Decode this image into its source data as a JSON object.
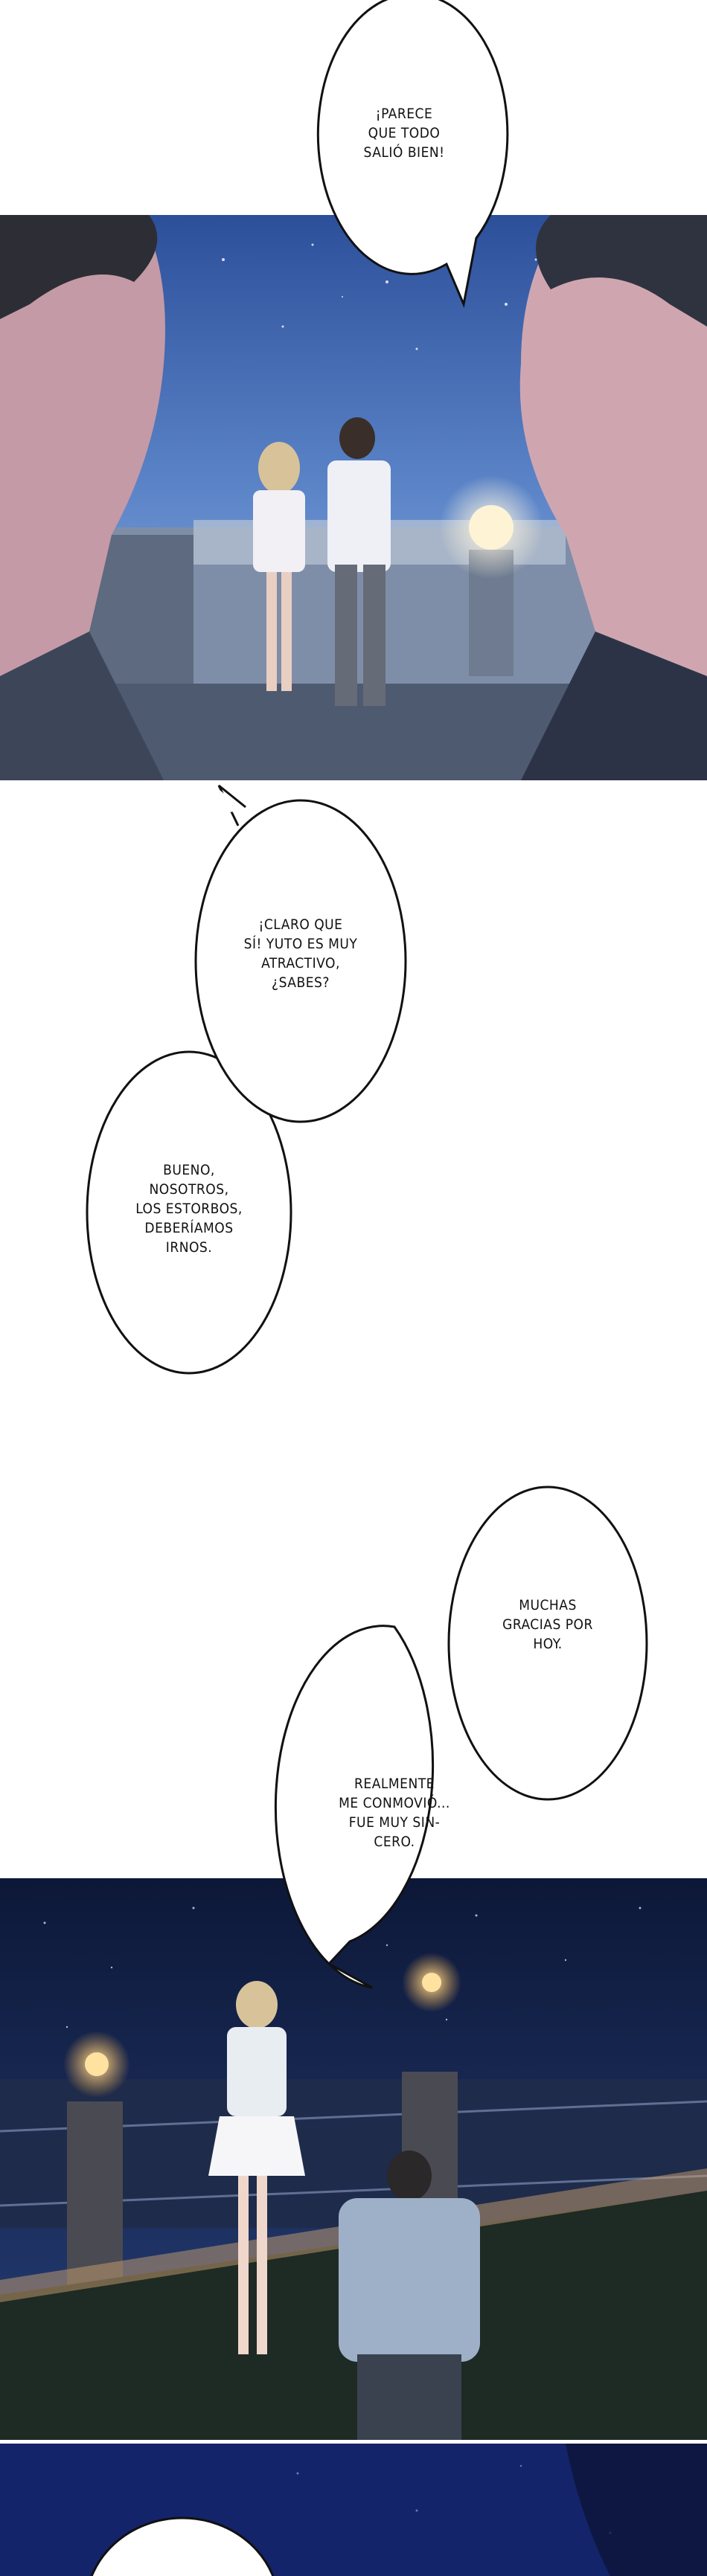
{
  "colors": {
    "night_sky": "#1b2f6b",
    "panel_dark": "#0d1a3d",
    "lamp_glow": "#ffd27a",
    "page_bg": "#ffffff"
  },
  "bubbles": [
    {
      "lines": [
        "¡PARECE",
        "QUE TODO",
        "SALIÓ BIEN!"
      ]
    },
    {
      "lines": [
        "¡CLARO QUE",
        "SÍ! YUTO ES MUY",
        "ATRACTIVO,",
        "¿SABES?"
      ]
    },
    {
      "lines": [
        "BUENO,",
        "NOSOTROS,",
        "LOS ESTORBOS,",
        "DEBERÍAMOS",
        "IRNOS."
      ]
    },
    {
      "lines": [
        "MUCHAS",
        "GRACIAS POR",
        "HOY."
      ]
    },
    {
      "lines": [
        "REALMENTE",
        "ME CONMOVIÓ...",
        "FUE MUY SIN-",
        "CERO."
      ]
    }
  ]
}
